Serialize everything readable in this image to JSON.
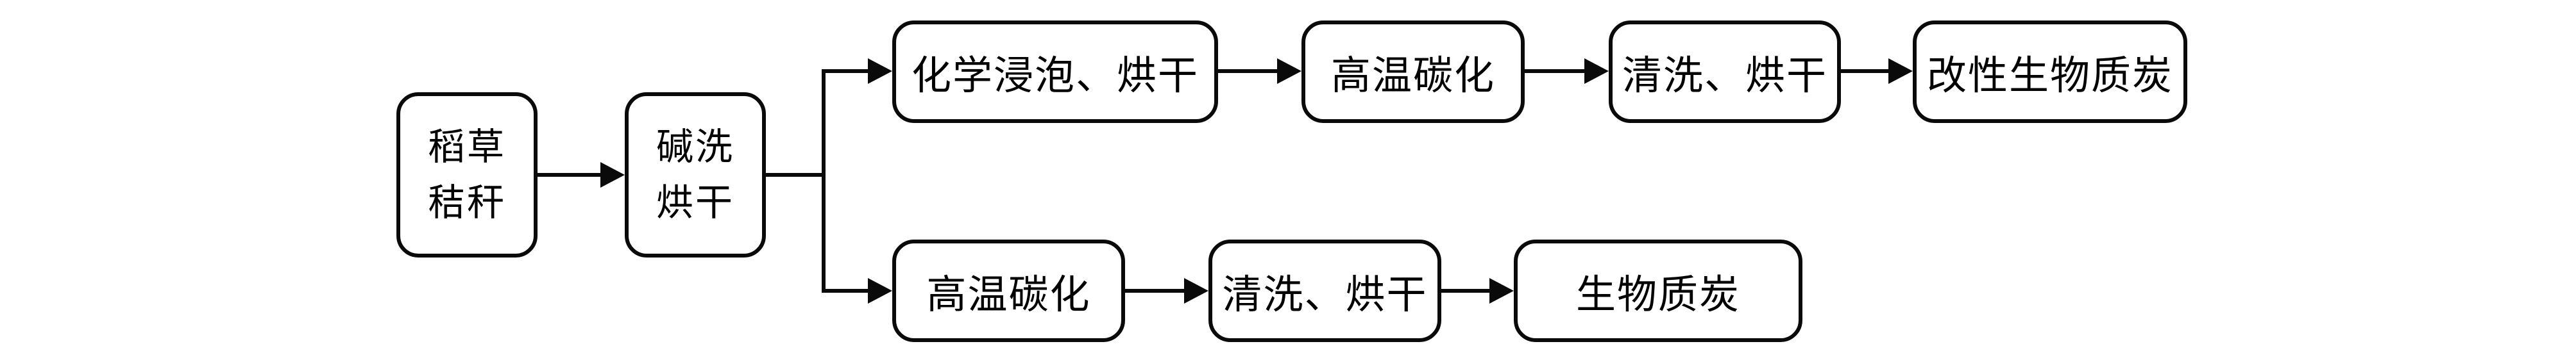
{
  "diagram": {
    "type": "flowchart",
    "background_color": "#ffffff",
    "line_color": "#0a0a0a",
    "nodes": [
      {
        "id": "rice-straw",
        "label": "稻草秸秆",
        "line1": "稻草",
        "line2": "秸秆"
      },
      {
        "id": "alkali-wash-dry",
        "label": "碱洗烘干",
        "line1": "碱洗",
        "line2": "烘干"
      },
      {
        "id": "chemical-soak-dry",
        "label": "化学浸泡、烘干"
      },
      {
        "id": "carbonization-top",
        "label": "高温碳化"
      },
      {
        "id": "wash-dry-top",
        "label": "清洗、烘干"
      },
      {
        "id": "modified-biochar",
        "label": "改性生物质炭"
      },
      {
        "id": "carbonization-bottom",
        "label": "高温碳化"
      },
      {
        "id": "wash-dry-bottom",
        "label": "清洗、烘干"
      },
      {
        "id": "biochar",
        "label": "生物质炭"
      }
    ],
    "edges": [
      {
        "from": "rice-straw",
        "to": "alkali-wash-dry"
      },
      {
        "from": "alkali-wash-dry",
        "to": "chemical-soak-dry"
      },
      {
        "from": "alkali-wash-dry",
        "to": "carbonization-bottom"
      },
      {
        "from": "chemical-soak-dry",
        "to": "carbonization-top"
      },
      {
        "from": "carbonization-top",
        "to": "wash-dry-top"
      },
      {
        "from": "wash-dry-top",
        "to": "modified-biochar"
      },
      {
        "from": "carbonization-bottom",
        "to": "wash-dry-bottom"
      },
      {
        "from": "wash-dry-bottom",
        "to": "biochar"
      }
    ]
  }
}
